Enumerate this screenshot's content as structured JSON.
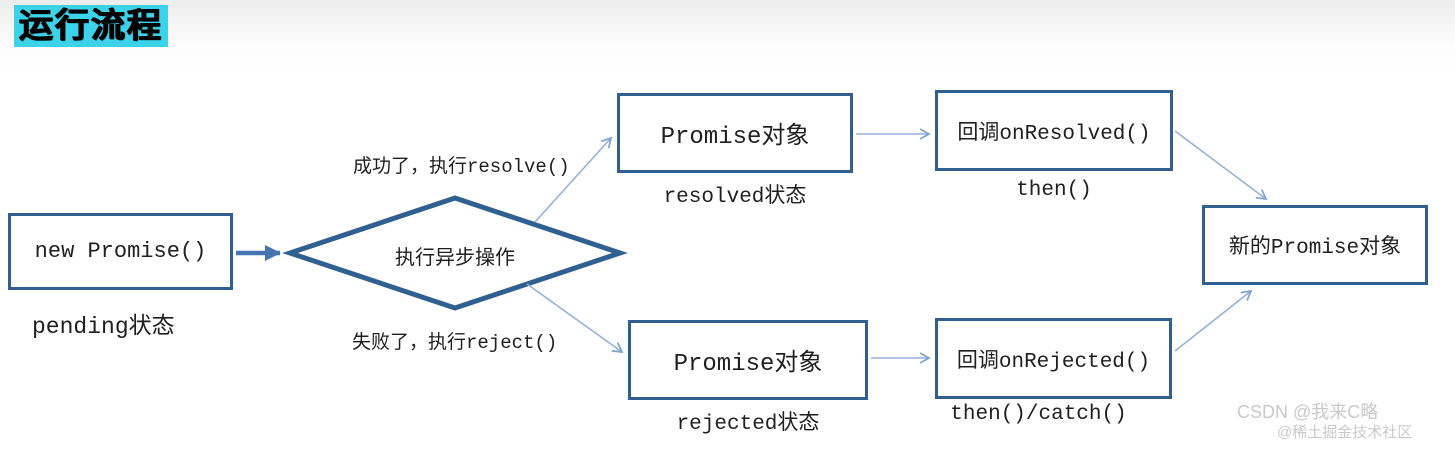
{
  "page": {
    "title": "运行流程"
  },
  "colors": {
    "title_highlight": "#3cd2e9",
    "node_border": "#30608f",
    "thick_arrow": "#4576b2",
    "thin_line": "#94b1d8",
    "text": "#1f1f1f",
    "watermark": "#c9c9c9"
  },
  "flowchart": {
    "nodes": {
      "new_promise": {
        "label": "new Promise()",
        "caption": "pending状态"
      },
      "decision": {
        "label": "执行异步操作"
      },
      "resolved_promise": {
        "label": "Promise对象",
        "caption": "resolved状态"
      },
      "on_resolved": {
        "label": "回调onResolved()",
        "caption": "then()"
      },
      "rejected_promise": {
        "label": "Promise对象",
        "caption": "rejected状态"
      },
      "on_rejected": {
        "label": "回调onRejected()",
        "caption": "then()/catch()"
      },
      "new_promise_object": {
        "label": "新的Promise对象"
      }
    },
    "edge_labels": {
      "resolve": "成功了，执行resolve()",
      "reject": "失败了，执行reject()"
    }
  },
  "watermark": {
    "line1": "CSDN @我来C略",
    "line2": "@稀土掘金技术社区"
  }
}
